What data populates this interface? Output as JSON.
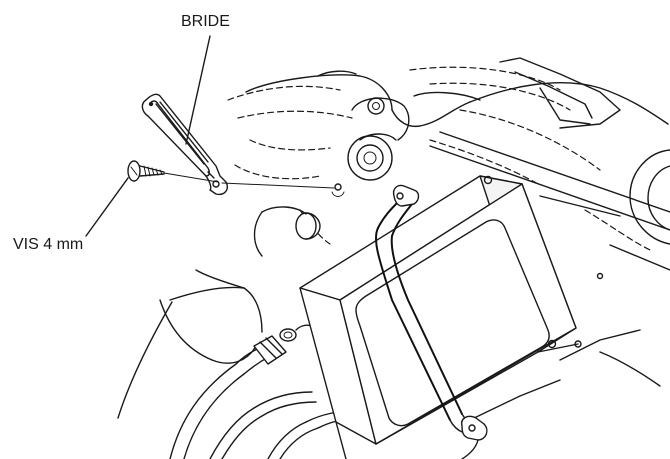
{
  "labels": {
    "bride": "BRIDE",
    "vis": "VIS 4 mm"
  },
  "parts": {
    "bracket": "bracket-part",
    "screw": "screw-part",
    "control_box": "control-box",
    "wire_harness": "wire-harness"
  }
}
